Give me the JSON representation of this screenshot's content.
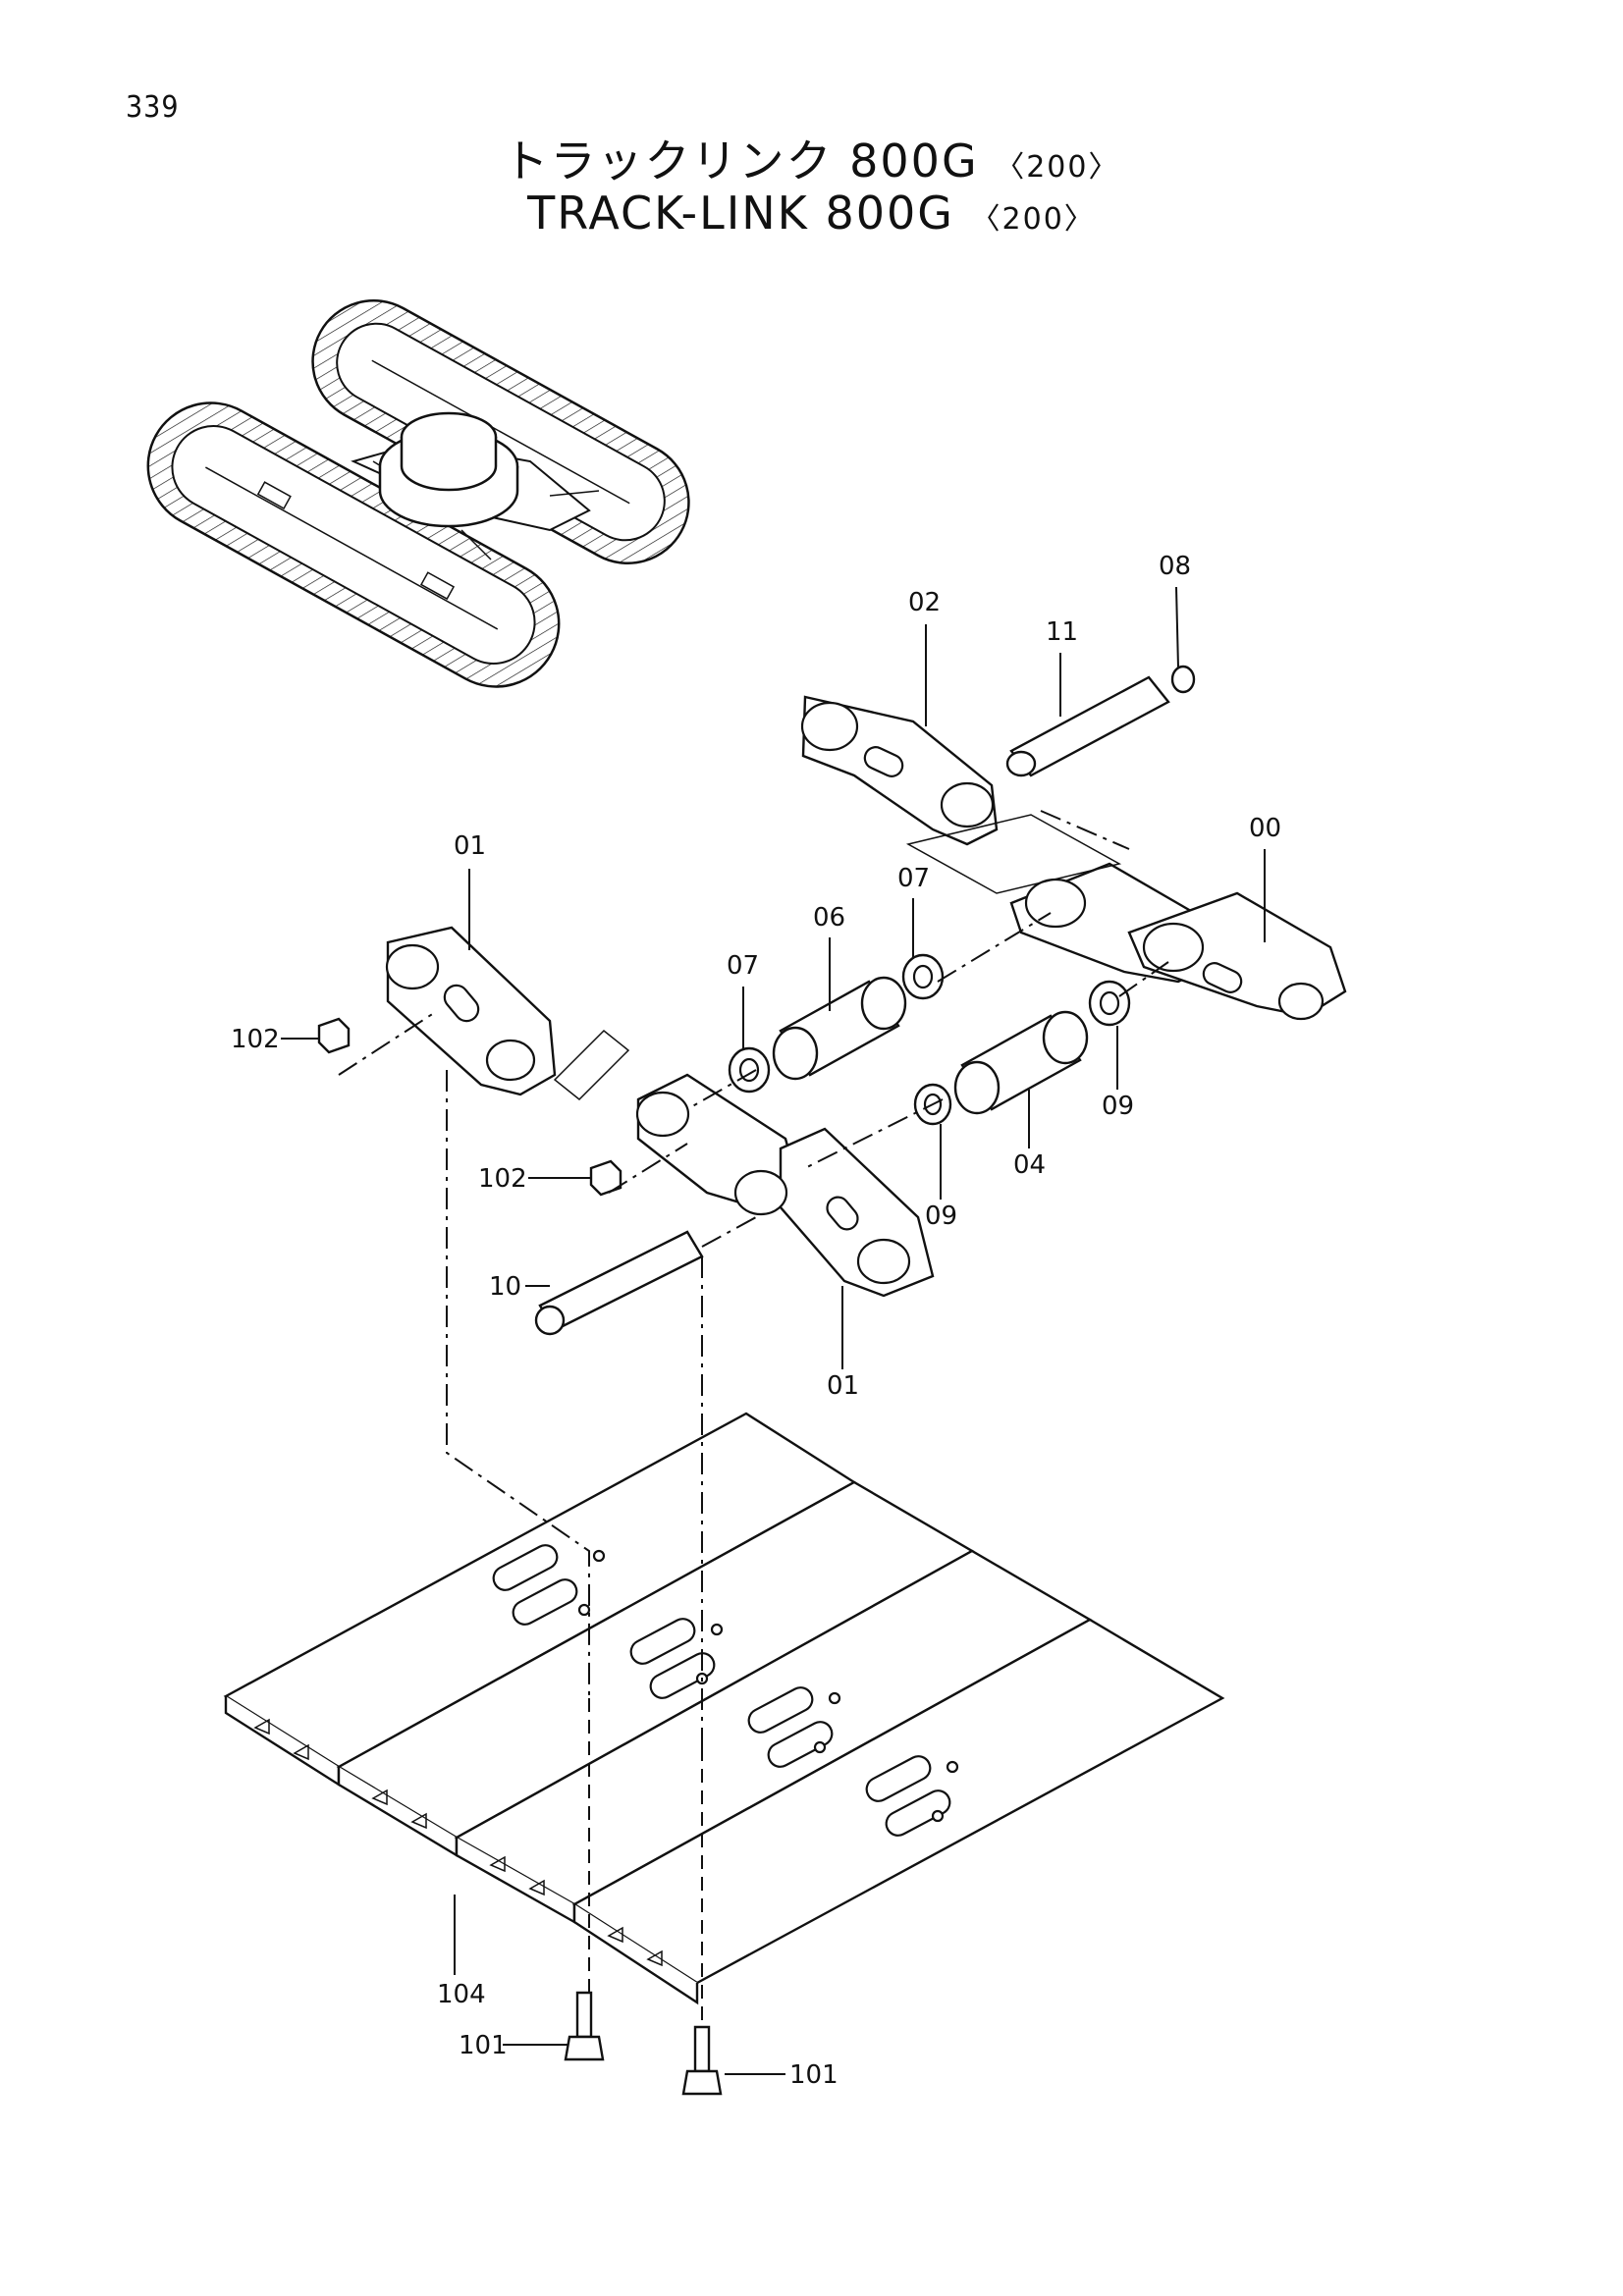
{
  "page_number": "339",
  "title_jp": "トラックリンク 800G",
  "title_jp_suffix": "〈200〉",
  "title_en": "TRACK-LINK 800G",
  "title_en_suffix": "〈200〉",
  "callouts": {
    "c08": "08",
    "c02": "02",
    "c11": "11",
    "c01a": "01",
    "c00": "00",
    "c07a": "07",
    "c06": "06",
    "c07b": "07",
    "c102a": "102",
    "c09a": "09",
    "c04": "04",
    "c102b": "102",
    "c09b": "09",
    "c10": "10",
    "c01b": "01",
    "c104": "104",
    "c101a": "101",
    "c101b": "101"
  }
}
